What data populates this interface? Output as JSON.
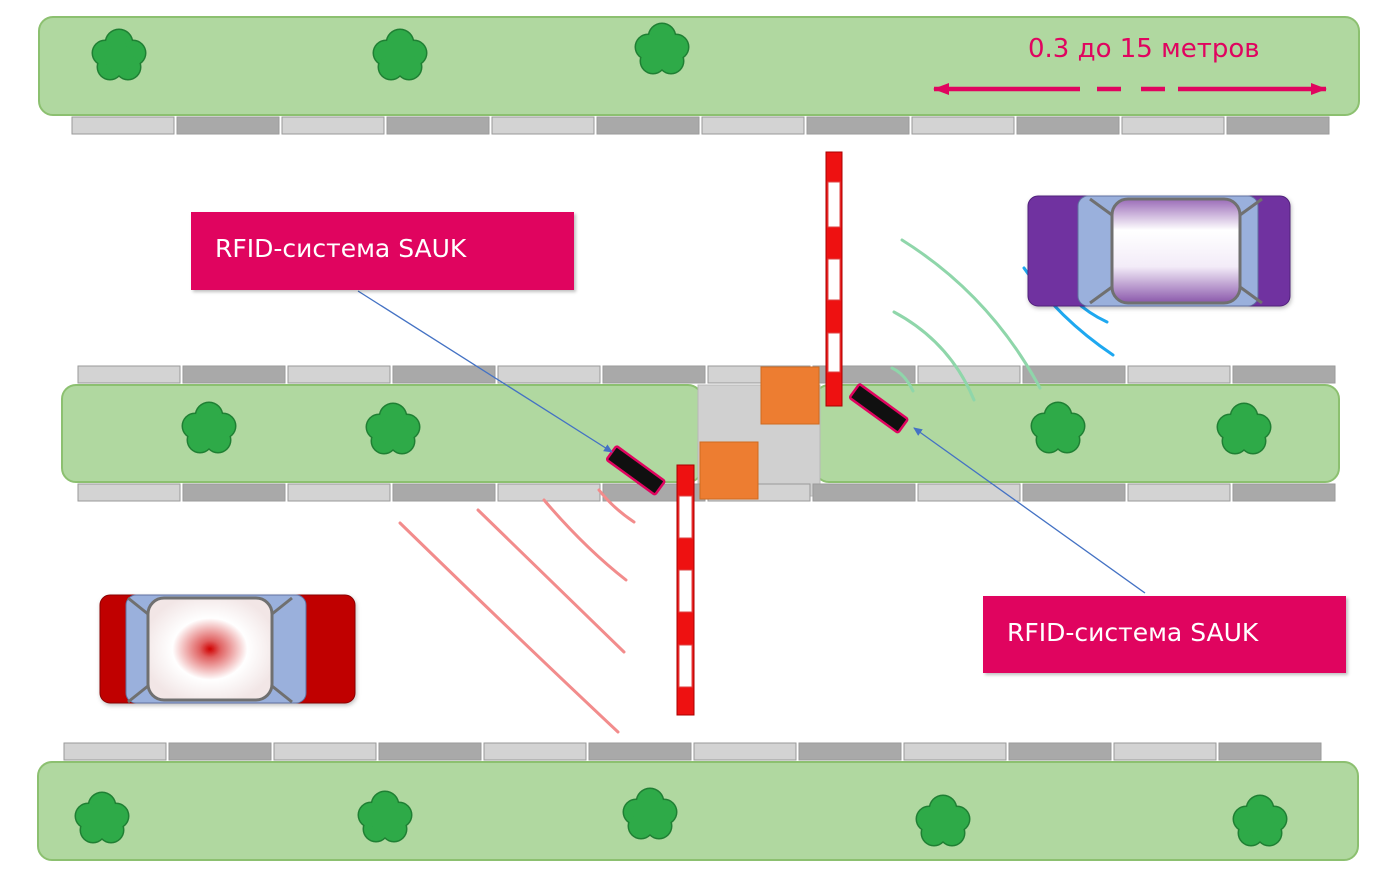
{
  "labels": {
    "rfid_left": "RFID-система SAUK",
    "rfid_right": "RFID-система SAUK",
    "distance": "0.3 до 15 метров"
  },
  "icons": [
    "tree-icon",
    "car-icon",
    "barrier-icon",
    "rfid-reader-icon",
    "signal-wave-icon",
    "double-arrow-icon"
  ],
  "colors": {
    "label_bg": "#e0045f",
    "label_text": "#ffffff",
    "distance_text": "#e0045f",
    "lawn": "#b0d8a0",
    "lawn_border": "#8cc070",
    "tree": "#2eaa48",
    "curb_light": "#d3d3d3",
    "curb_dark": "#a9a9a9",
    "barrier_red": "#ee1111",
    "checkpoint_orange": "#ed7d31",
    "pointer_line": "#4472c4",
    "car_red": "#c00000",
    "car_purple": "#7030a0",
    "signal_red": "#f28c8c",
    "signal_green": "#8fd6aa",
    "signal_blue": "#1ea8f0"
  }
}
